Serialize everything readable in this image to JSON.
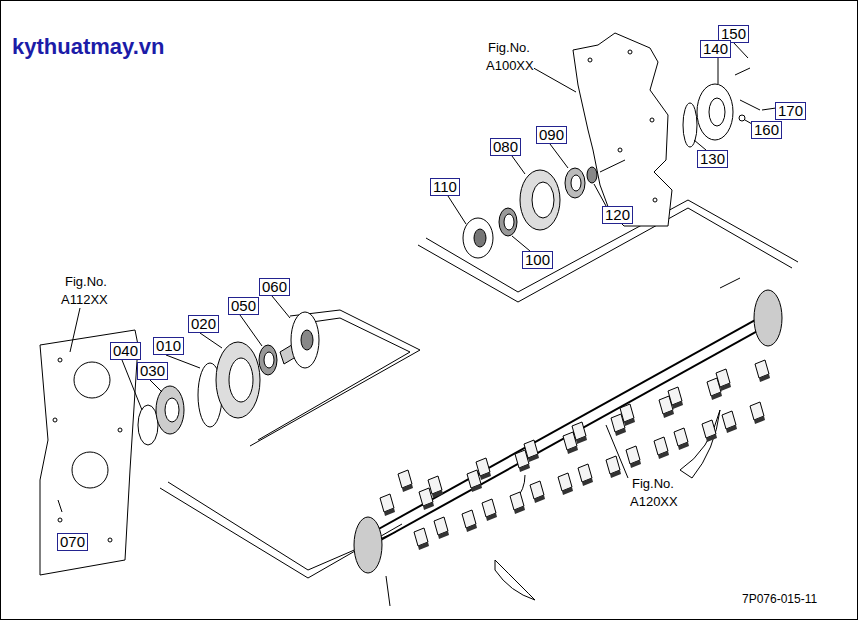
{
  "diagram": {
    "labels": [
      "kythuatmay.vn",
      "Fig.No.",
      "A100XX",
      "150",
      "140",
      "170",
      "160",
      "130",
      "080",
      "090",
      "110",
      "120",
      "100",
      "Fig.No.",
      "A112XX",
      "060",
      "040",
      "010",
      "020",
      "050",
      "030",
      "070",
      "Fig.No.",
      "A120XX",
      "7P076-015-11"
    ]
  }
}
